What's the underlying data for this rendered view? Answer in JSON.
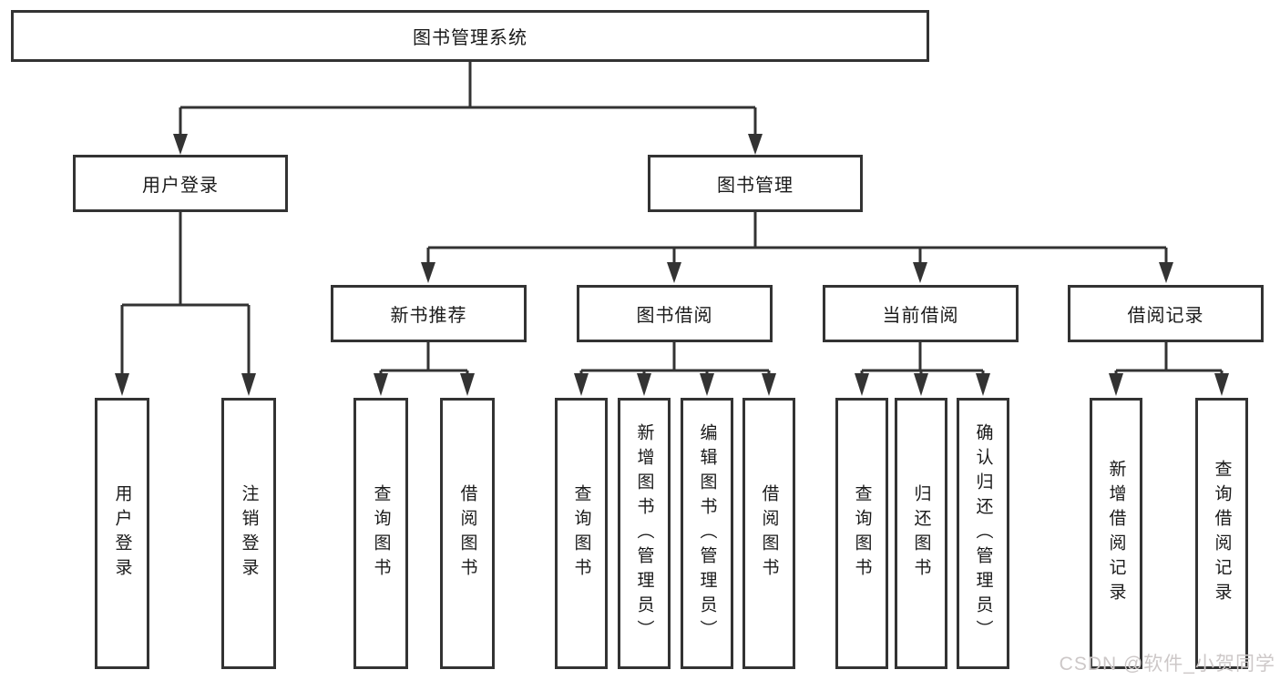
{
  "tree": {
    "root": {
      "label": "图书管理系统"
    },
    "branches": [
      {
        "label": "用户登录",
        "children": [
          {
            "label": "用户登录"
          },
          {
            "label": "注销登录"
          }
        ]
      },
      {
        "label": "图书管理",
        "children": [
          {
            "label": "新书推荐",
            "children": [
              {
                "label": "查询图书"
              },
              {
                "label": "借阅图书"
              }
            ]
          },
          {
            "label": "图书借阅",
            "children": [
              {
                "label": "查询图书"
              },
              {
                "label": "新增图书（管理员）"
              },
              {
                "label": "编辑图书（管理员）"
              },
              {
                "label": "借阅图书"
              }
            ]
          },
          {
            "label": "当前借阅",
            "children": [
              {
                "label": "查询图书"
              },
              {
                "label": "归还图书"
              },
              {
                "label": "确认归还（管理员）"
              }
            ]
          },
          {
            "label": "借阅记录",
            "children": [
              {
                "label": "新增借阅记录"
              },
              {
                "label": "查询借阅记录"
              }
            ]
          }
        ]
      }
    ]
  },
  "watermark": {
    "text": "CSDN @软件_小贺同学"
  },
  "colors": {
    "line": "#333333",
    "box_border": "#333333",
    "box_fill": "#ffffff",
    "text": "#1a1a1a",
    "background": "#ffffff",
    "watermark": "#cdc8c8"
  }
}
